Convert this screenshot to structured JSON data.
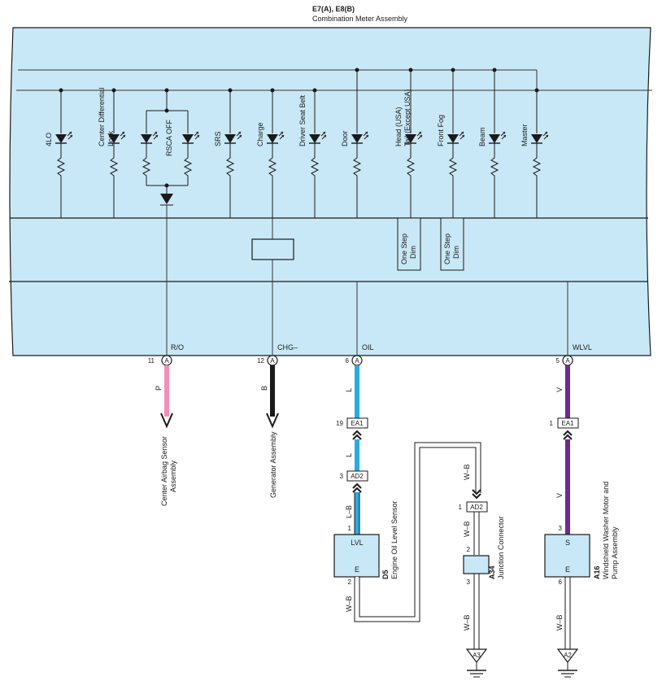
{
  "header": {
    "code": "E7(A), E8(B)",
    "title": "Combination Meter Assembly"
  },
  "colors": {
    "panel": "#c9e8f7",
    "wire_pink": "#f48fb9",
    "wire_black": "#1a1a1a",
    "wire_blue": "#29abe2",
    "wire_purple": "#6a2c8e"
  },
  "indicators": [
    {
      "label": "4LO"
    },
    {
      "label": "Center Differential",
      "label2": "Lock"
    },
    {
      "label": "RSCA OFF"
    },
    {
      "label": "SRS"
    },
    {
      "label": "Charge"
    },
    {
      "label": "Driver Seat Belt"
    },
    {
      "label": "Door"
    },
    {
      "label": "Head (USA)",
      "label2": "Tail (Except USA)"
    },
    {
      "label": "Front Fog"
    },
    {
      "label": "Beam"
    },
    {
      "label": "Master"
    }
  ],
  "dim_boxes": [
    {
      "line1": "One Step",
      "line2": "Dim"
    },
    {
      "line1": "One Step",
      "line2": "Dim"
    }
  ],
  "terminals": [
    {
      "signal": "R/O",
      "pin": "11",
      "conn": "A",
      "wire": "P",
      "dest1": "Center Airbag Sensor",
      "dest2": "Assembly"
    },
    {
      "signal": "CHG–",
      "pin": "12",
      "conn": "A",
      "wire": "B",
      "dest1": "Generator Assembly"
    },
    {
      "signal": "OIL",
      "pin": "6",
      "conn": "A",
      "wire": "L"
    },
    {
      "signal": "WLVL",
      "pin": "5",
      "conn": "A",
      "wire": "V"
    }
  ],
  "oil_path": {
    "ea1_pin": "19",
    "ea1": "EA1",
    "wire2": "L",
    "ad2_pin": "3",
    "ad2": "AD2",
    "wire3": "L–B",
    "sensor_in_pin": "1",
    "sensor_top": "LVL",
    "sensor_bottom": "E",
    "sensor_out_pin": "2",
    "sensor_code": "D5",
    "sensor_name": "Engine Oil Level Sensor",
    "ground_wire": "W–B"
  },
  "junction": {
    "wire_top": "W–B",
    "ad2_pin": "1",
    "ad2": "AD2",
    "wire_mid": "W–B",
    "in_pin": "2",
    "out_pin": "3",
    "code": "A34",
    "name": "Junction Connector",
    "wire_bottom": "W–B",
    "ground": "A3"
  },
  "washer": {
    "ea1_pin": "1",
    "ea1": "EA1",
    "wire2": "V",
    "in_pin": "3",
    "top": "S",
    "bottom": "E",
    "out_pin": "6",
    "code": "A16",
    "name1": "Windshield Washer Motor and",
    "name2": "Pump Assembly",
    "wire_bottom": "W–B",
    "ground": "A2"
  }
}
